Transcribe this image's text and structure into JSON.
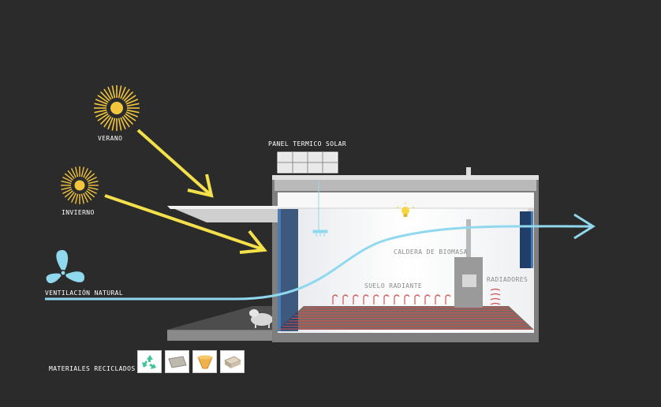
{
  "labels": {
    "summer": "VERANO",
    "winter": "INVIERNO",
    "ventilation": "VENTILACIÓN NATURAL",
    "solar_panel": "PANEL TERMICO SOLAR",
    "boiler": "CALDERA DE BIOMASA",
    "floor_heating": "SUELO RADIANTE",
    "radiators": "RADIADORES",
    "materials": "MATERIALES RECICLADOS"
  },
  "colors": {
    "background": "#2b2b2b",
    "sun": "#f2c53d",
    "sun_ray_arrow": "#f4e04a",
    "air_flow": "#8fd8ee",
    "fan": "#8fd8ee",
    "floor_heating": "#d45050",
    "glass": "#1f3f6a"
  },
  "materials": [
    {
      "name": "recycle-icon"
    },
    {
      "name": "board-icon"
    },
    {
      "name": "cone-icon"
    },
    {
      "name": "insulation-panel-icon"
    }
  ]
}
